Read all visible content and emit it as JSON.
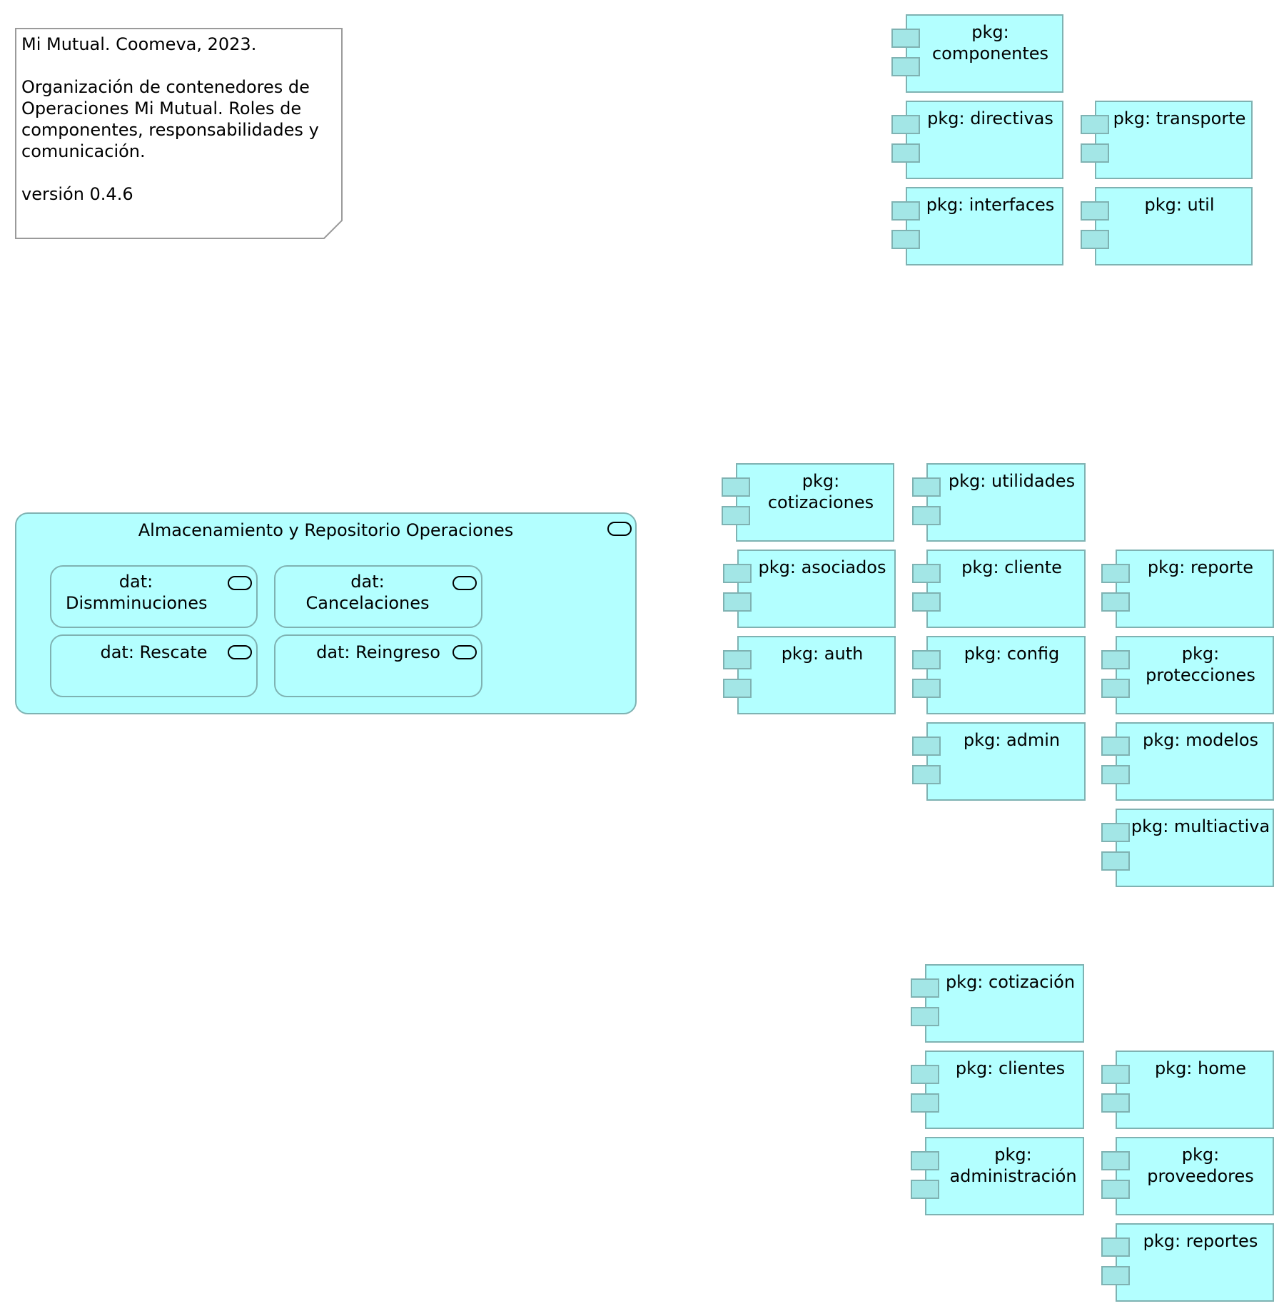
{
  "note": {
    "text": "Mi Mutual. Coomeva, 2023.\n\nOrganización de contenedores de Operaciones Mi Mutual. Roles de componentes, responsabilidades y comunicación.\n\nversión 0.4.6"
  },
  "packages": {
    "componentes": "pkg: componentes",
    "directivas": "pkg: directivas",
    "transporte": "pkg: transporte",
    "interfaces": "pkg: interfaces",
    "util": "pkg: util",
    "cotizaciones": "pkg: cotizaciones",
    "utilidades": "pkg: utilidades",
    "asociados": "pkg: asociados",
    "cliente": "pkg: cliente",
    "reporte": "pkg: reporte",
    "auth": "pkg: auth",
    "config": "pkg: config",
    "protecciones": "pkg: protecciones",
    "admin": "pkg: admin",
    "modelos": "pkg: modelos",
    "multiactiva": "pkg: multiactiva",
    "cotizacion": "pkg: cotización",
    "clientes": "pkg: clientes",
    "home": "pkg: home",
    "administracion": "pkg: administración",
    "proveedores": "pkg: proveedores",
    "reportes": "pkg: reportes"
  },
  "storage": {
    "title": "Almacenamiento y Repositorio Operaciones",
    "items": {
      "dismminuciones": "dat: Dismminuciones",
      "cancelaciones": "dat: Cancelaciones",
      "rescate": "dat: Rescate",
      "reingreso": "dat: Reingreso"
    }
  },
  "colors": {
    "fill": "#b3ffff",
    "tab_fill": "#a3e6e6",
    "border": "#7fb2b2"
  }
}
